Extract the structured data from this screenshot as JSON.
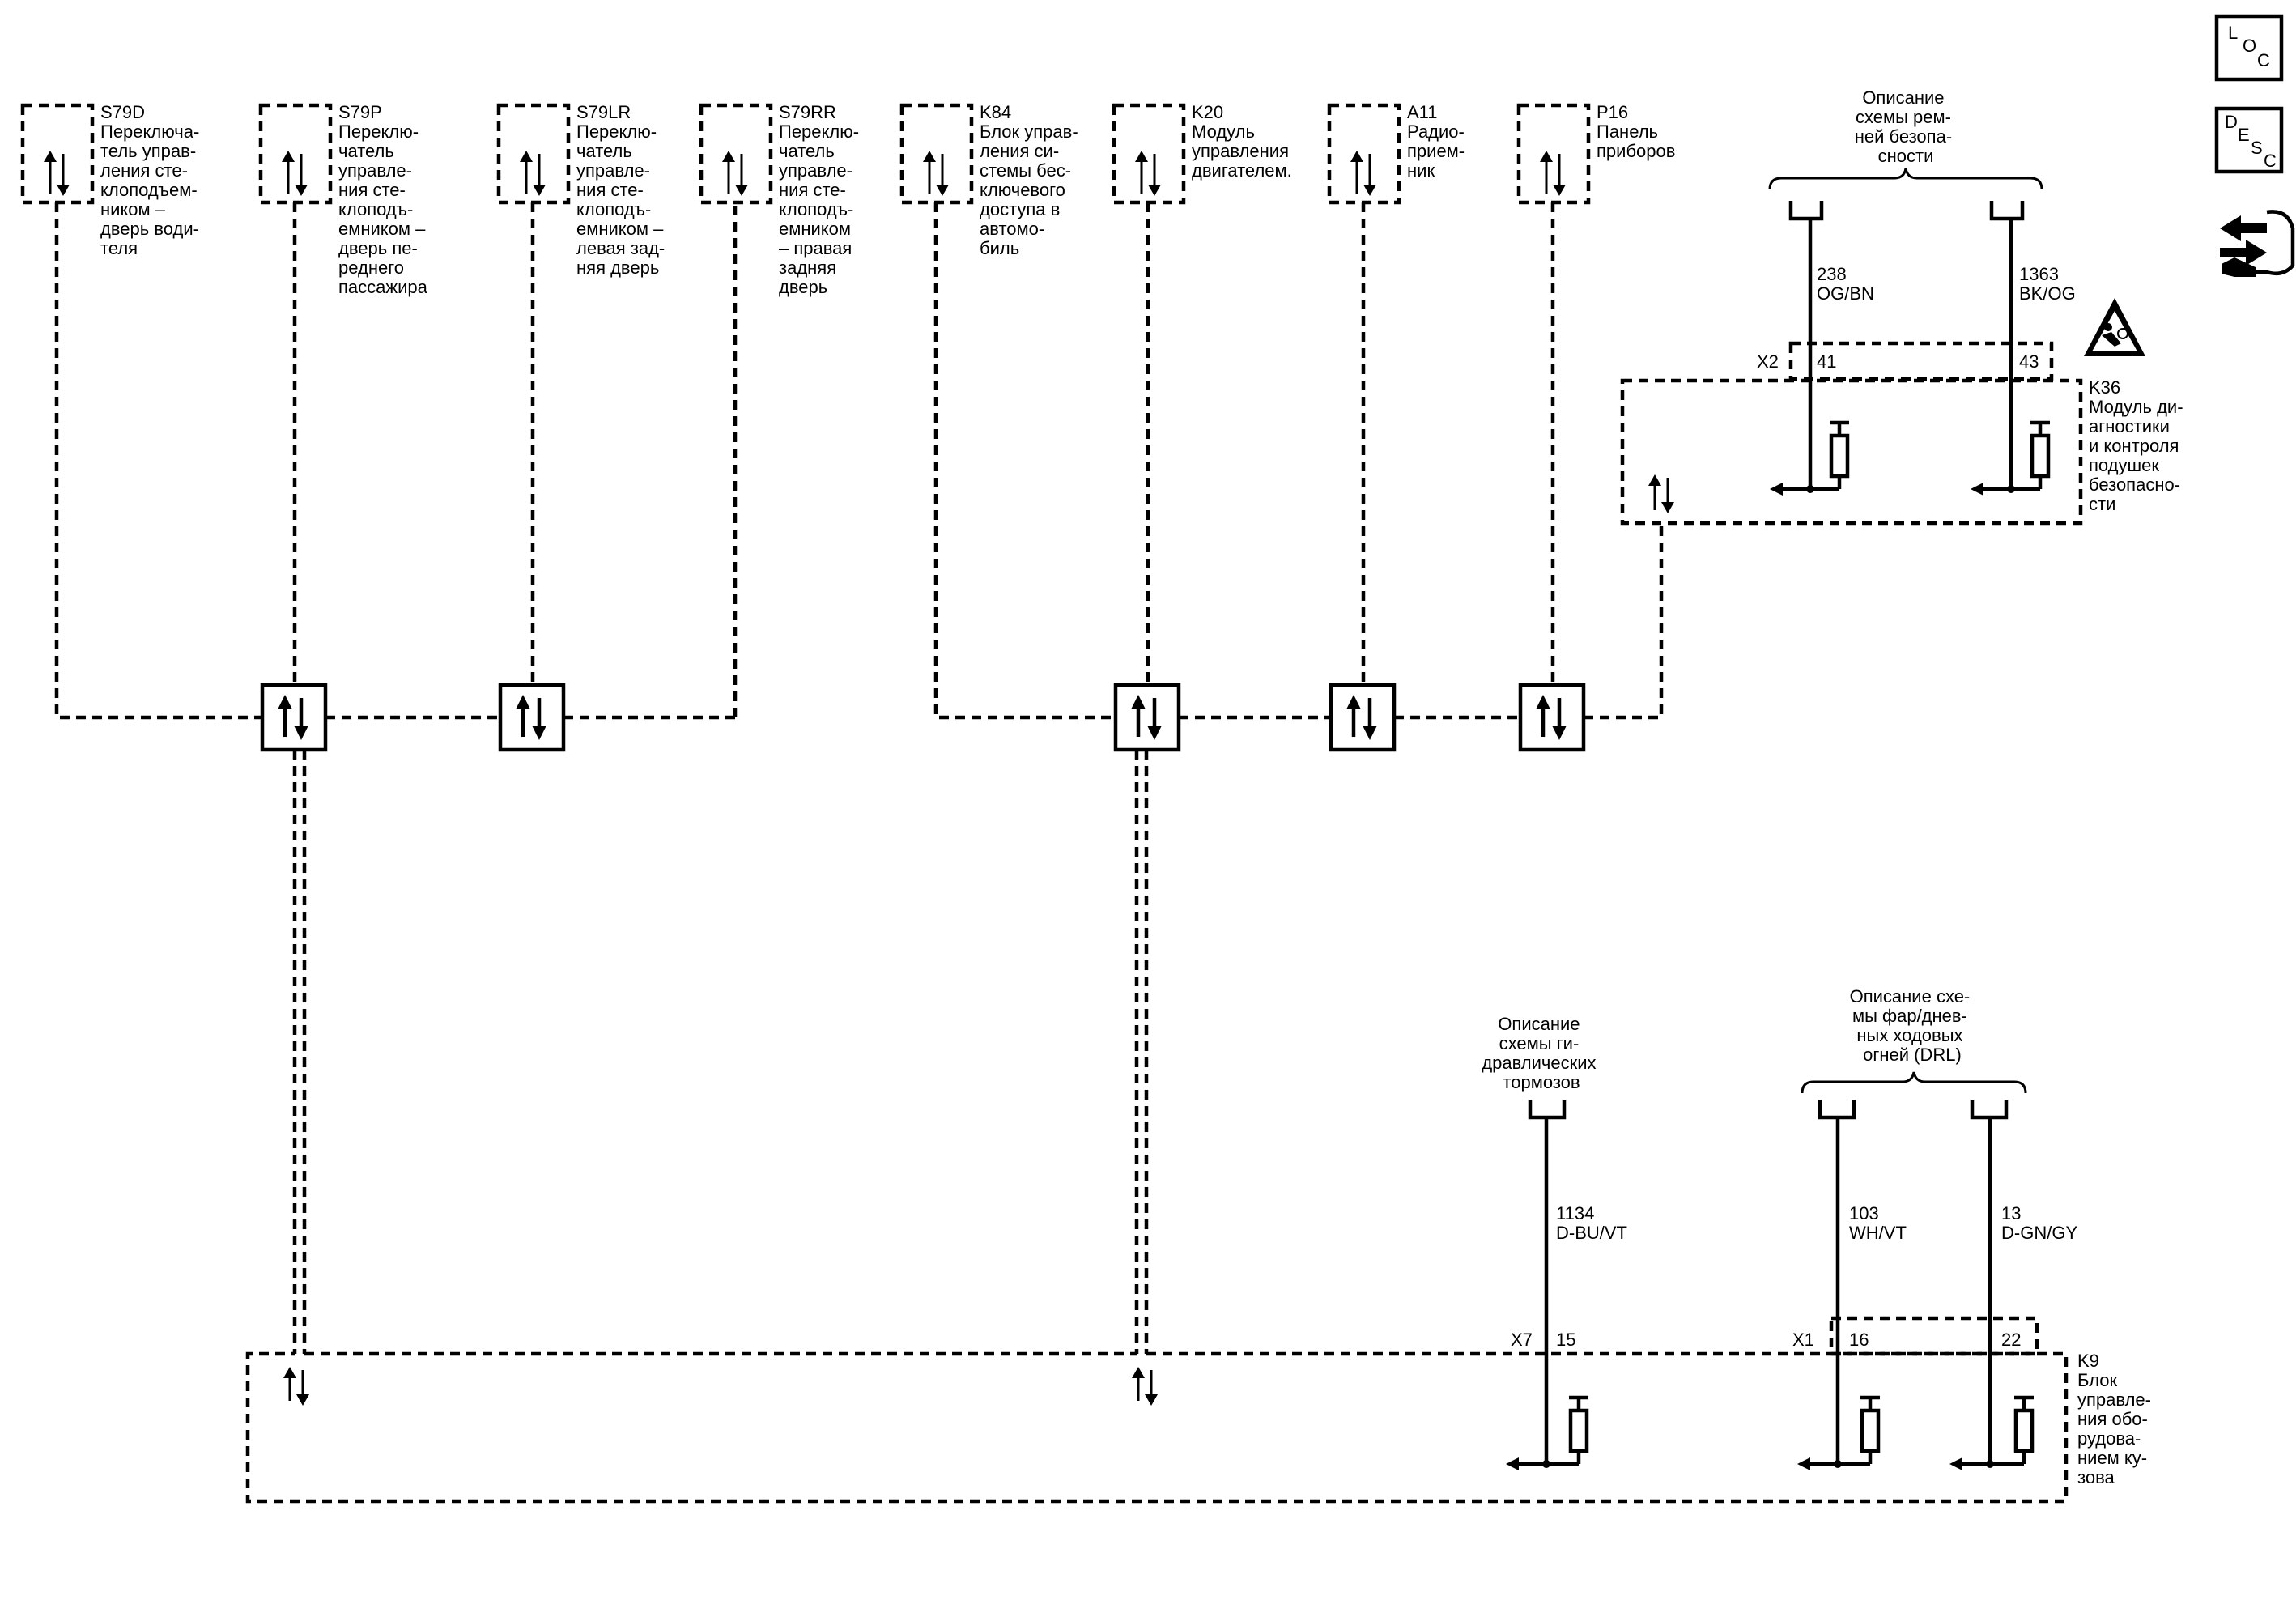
{
  "side_icons": {
    "loc": [
      "L",
      "O",
      "C"
    ],
    "desc": [
      "D",
      "E",
      "S",
      "C"
    ]
  },
  "modules": [
    {
      "id": "S79D",
      "lines": [
        "Переключа-",
        "тель управ-",
        "ления сте-",
        "клоподъем-",
        "ником –",
        "дверь води-",
        "теля"
      ]
    },
    {
      "id": "S79P",
      "lines": [
        "Переклю-",
        "чатель",
        "управле-",
        "ния сте-",
        "клоподъ-",
        "емником –",
        "дверь пе-",
        "реднего",
        "пассажира"
      ]
    },
    {
      "id": "S79LR",
      "lines": [
        "Переклю-",
        "чатель",
        "управле-",
        "ния сте-",
        "клоподъ-",
        "емником –",
        "левая зад-",
        "няя дверь"
      ]
    },
    {
      "id": "S79RR",
      "lines": [
        "Переклю-",
        "чатель",
        "управле-",
        "ния сте-",
        "клоподъ-",
        "емником",
        "– правая",
        "задняя",
        "дверь"
      ]
    },
    {
      "id": "K84",
      "lines": [
        "Блок управ-",
        "ления си-",
        "стемы бес-",
        "ключевого",
        "доступа в",
        "автомо-",
        "биль"
      ]
    },
    {
      "id": "K20",
      "lines": [
        "Модуль",
        "управления",
        "двигателем."
      ]
    },
    {
      "id": "A11",
      "lines": [
        "Радио-",
        "прием-",
        "ник"
      ]
    },
    {
      "id": "P16",
      "lines": [
        "Панель",
        "приборов"
      ]
    }
  ],
  "k36": {
    "id": "K36",
    "lines": [
      "Модуль ди-",
      "агностики",
      "и контроля",
      "подушек",
      "безопасно-",
      "сти"
    ],
    "connector": "X2",
    "references": {
      "lines": [
        "Описание",
        "схемы рем-",
        "ней безопа-",
        "сности"
      ]
    },
    "wires": [
      {
        "circuit": "238",
        "color": "OG/BN",
        "pin": "41"
      },
      {
        "circuit": "1363",
        "color": "BK/OG",
        "pin": "43"
      }
    ]
  },
  "k9": {
    "id": "K9",
    "lines": [
      "Блок",
      "управле-",
      "ния обо-",
      "рудова-",
      "нием ку-",
      "зова"
    ],
    "brake_ref": {
      "lines": [
        "Описание",
        "схемы ги-",
        "дравлических",
        "тормозов"
      ]
    },
    "drl_ref": {
      "lines": [
        "Описание схе-",
        "мы фар/днев-",
        "ных ходовых",
        "огней (DRL)"
      ]
    },
    "wires": [
      {
        "circuit": "1134",
        "color": "D-BU/VT",
        "connector": "X7",
        "pin": "15"
      },
      {
        "circuit": "103",
        "color": "WH/VT",
        "connector": "X1",
        "pin": "16"
      },
      {
        "circuit": "13",
        "color": "D-GN/GY",
        "connector": "",
        "pin": "22"
      }
    ]
  }
}
